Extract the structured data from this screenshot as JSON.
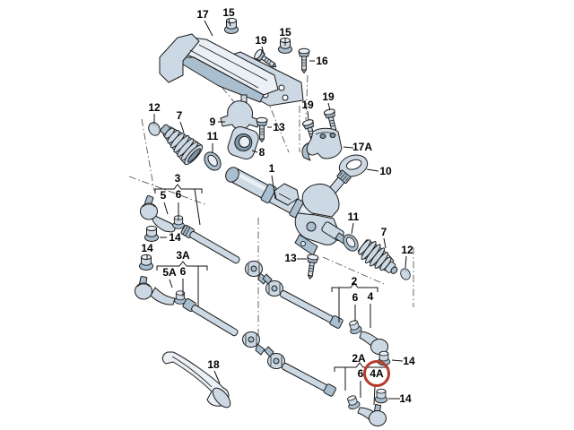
{
  "diagram": {
    "background": "#ffffff",
    "line_color": "#1c1c1c",
    "part_fill_colors": [
      "#eaf0f5",
      "#ccd9e4",
      "#a9bece",
      "#7e94a7"
    ],
    "phantom_line_color": "#555555",
    "highlight": {
      "label": "4A",
      "shape": "circle",
      "color": "#b43a2c"
    },
    "labels": [
      {
        "text": "17"
      },
      {
        "text": "15"
      },
      {
        "text": "19"
      },
      {
        "text": "15"
      },
      {
        "text": "16"
      },
      {
        "text": "19"
      },
      {
        "text": "19"
      },
      {
        "text": "17A"
      },
      {
        "text": "10"
      },
      {
        "text": "12"
      },
      {
        "text": "7"
      },
      {
        "text": "9"
      },
      {
        "text": "13"
      },
      {
        "text": "11"
      },
      {
        "text": "8"
      },
      {
        "text": "1"
      },
      {
        "text": "3"
      },
      {
        "text": "5"
      },
      {
        "text": "6"
      },
      {
        "text": "14"
      },
      {
        "text": "14"
      },
      {
        "text": "3A"
      },
      {
        "text": "5A"
      },
      {
        "text": "6"
      },
      {
        "text": "18"
      },
      {
        "text": "11"
      },
      {
        "text": "7"
      },
      {
        "text": "12"
      },
      {
        "text": "2"
      },
      {
        "text": "6"
      },
      {
        "text": "4"
      },
      {
        "text": "13"
      },
      {
        "text": "2A"
      },
      {
        "text": "6"
      },
      {
        "text": "4A"
      },
      {
        "text": "14"
      },
      {
        "text": "14"
      }
    ]
  }
}
